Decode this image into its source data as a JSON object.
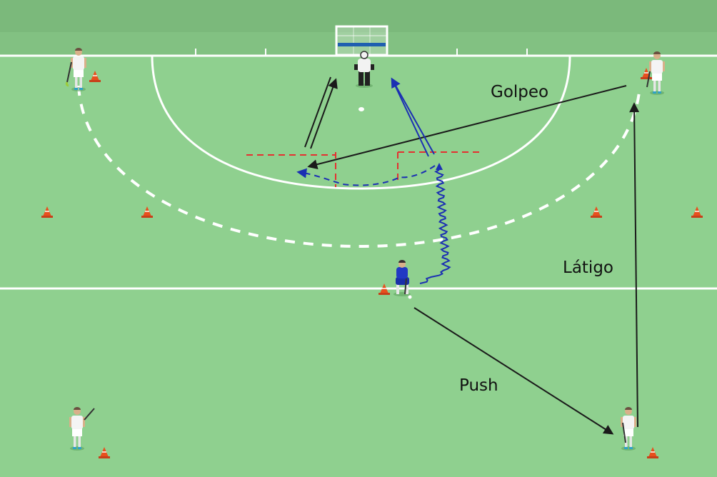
{
  "labels": {
    "golpeo": "Golpeo",
    "latigo": "Látigo",
    "push": "Push"
  },
  "colors": {
    "turf": "#8fd08f",
    "turf_far": "#82c182",
    "line": "#ffffff",
    "pass_arrow": "#1a1a1a",
    "attacker_blue": "#1b2fb3",
    "marker_red": "#e53030",
    "cone_orange": "#e8501e",
    "goal_bar": "#1f5fb0"
  },
  "icons": [
    "field-player-icon",
    "goalkeeper-icon",
    "cone-icon",
    "goal-icon",
    "hockey-stick-icon",
    "ball-icon"
  ]
}
